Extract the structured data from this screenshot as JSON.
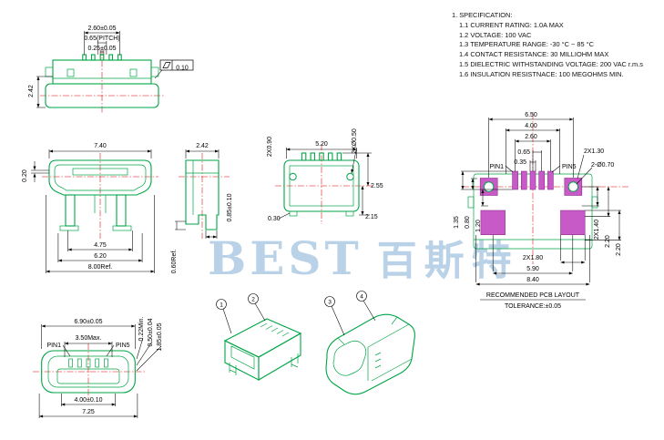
{
  "colors": {
    "outline_green": "#00a546",
    "dimension_black": "#000000",
    "centerline_red": "#e00000",
    "pad_magenta": "#c75ac7",
    "watermark_blue": "#aecbe4"
  },
  "watermark": {
    "latin": "BEST",
    "cjk": "百斯特"
  },
  "spec": {
    "title": "1. SPECIFICATION:",
    "items": [
      "1.1 CURRENT RATING: 1.0A MAX",
      "1.2 VOLTAGE: 100 VAC",
      "1.3 TEMPERATURE RANGE: -30 °C ~ 85 °C",
      "1.4 CONTACT RESISTANCE: 30 MILLIOHM MAX",
      "1.5 DIELECTRIC WITHSTANDING VOLTAGE: 200 VAC r.m.s",
      "1.6 INSULATION RESISTNACE: 100 MEGOHMS MIN."
    ]
  },
  "top_view": {
    "dim_260": "2.60±0.05",
    "dim_pitch": "0.65(PITCH)",
    "dim_025": "0.25±0.05",
    "flatness": "0.10",
    "dim_242": "2.42"
  },
  "front_view": {
    "dim_740": "7.40",
    "dim_020": "0.20",
    "dim_475": "4.75",
    "dim_620": "6.20",
    "dim_800": "8.00Ref."
  },
  "side_view": {
    "dim_242": "2.42",
    "dim_085": "0.85±0.10",
    "dim_060": "0.60Ref."
  },
  "rear_view": {
    "dim_520": "5.20",
    "dim_090": "2X0.90",
    "dim_050": "2XØ0.50",
    "dim_255": "2.55",
    "dim_215": "2.15",
    "dim_030": "0.30"
  },
  "pcb_layout": {
    "dim_650": "6.50",
    "dim_400": "4.00",
    "dim_260": "2.60",
    "dim_065": "0.65",
    "dim_035": "0.35",
    "pin1": "PIN1",
    "pin5": "PIN5",
    "dim_2x130": "2X1.30",
    "dim_holes": "2-Ø0.70",
    "dim_135": "1.35",
    "dim_080": "0.80",
    "dim_120": "1.20",
    "dim_2x140": "2X1.40",
    "dim_220a": "2.20",
    "dim_220b": "2.20",
    "dim_2x180": "2X1.80",
    "dim_590": "5.90",
    "dim_840": "8.40",
    "caption": "RECOMMENDED PCB LAYOUT",
    "tolerance": "TOLERANCE:±0.05"
  },
  "bottom_view": {
    "dim_690": "6.90±0.05",
    "dim_350": "3.50Max.",
    "pin1": "PIN1",
    "pin5": "PIN5",
    "dim_022": "0.22Min.",
    "dim_050": "0.50±0.04",
    "dim_185": "1.85±0.05",
    "dim_400": "4.00±0.10",
    "dim_725": "7.25"
  },
  "iso": {
    "balloons": [
      "1",
      "2",
      "3",
      "4"
    ]
  }
}
